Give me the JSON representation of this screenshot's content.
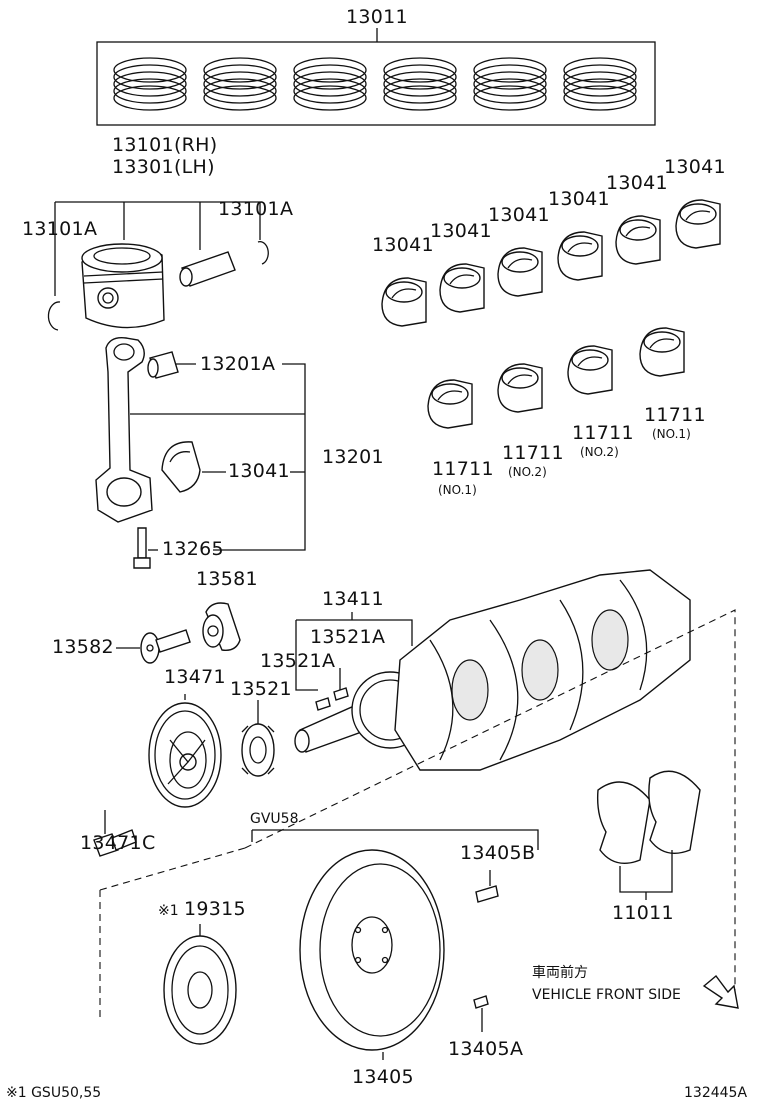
{
  "labels": {
    "p13011": "13011",
    "p13101_rh": "13101(RH)",
    "p13301_lh": "13301(LH)",
    "p13101a_left": "13101A",
    "p13101a_right": "13101A",
    "p13201a": "13201A",
    "p13201": "13201",
    "p13041_rod": "13041",
    "p13265": "13265",
    "p13041_a": "13041",
    "p13041_b": "13041",
    "p13041_c": "13041",
    "p13041_d": "13041",
    "p13041_e": "13041",
    "p13041_f": "13041",
    "p11711_a": "11711",
    "p11711_a_sub": "(NO.1)",
    "p11711_b": "11711",
    "p11711_b_sub": "(NO.2)",
    "p11711_c": "11711",
    "p11711_c_sub": "(NO.2)",
    "p11711_d": "11711",
    "p11711_d_sub": "(NO.1)",
    "p13581": "13581",
    "p13582": "13582",
    "p13411": "13411",
    "p13521a_top": "13521A",
    "p13521a_low": "13521A",
    "p13471": "13471",
    "p13521": "13521",
    "p13471c": "13471C",
    "gvu58": "GVU58",
    "p13405b": "13405B",
    "p19315": "19315",
    "p19315_mark": "※1",
    "p11011": "11011",
    "p13405": "13405",
    "p13405a": "13405A",
    "direction_jp": "車両前方",
    "direction_en": "VEHICLE FRONT SIDE",
    "footnote": "※1 GSU50,55",
    "figure_id": "132445A"
  },
  "icons": {
    "direction_arrow": "diagonal-arrow-icon"
  }
}
